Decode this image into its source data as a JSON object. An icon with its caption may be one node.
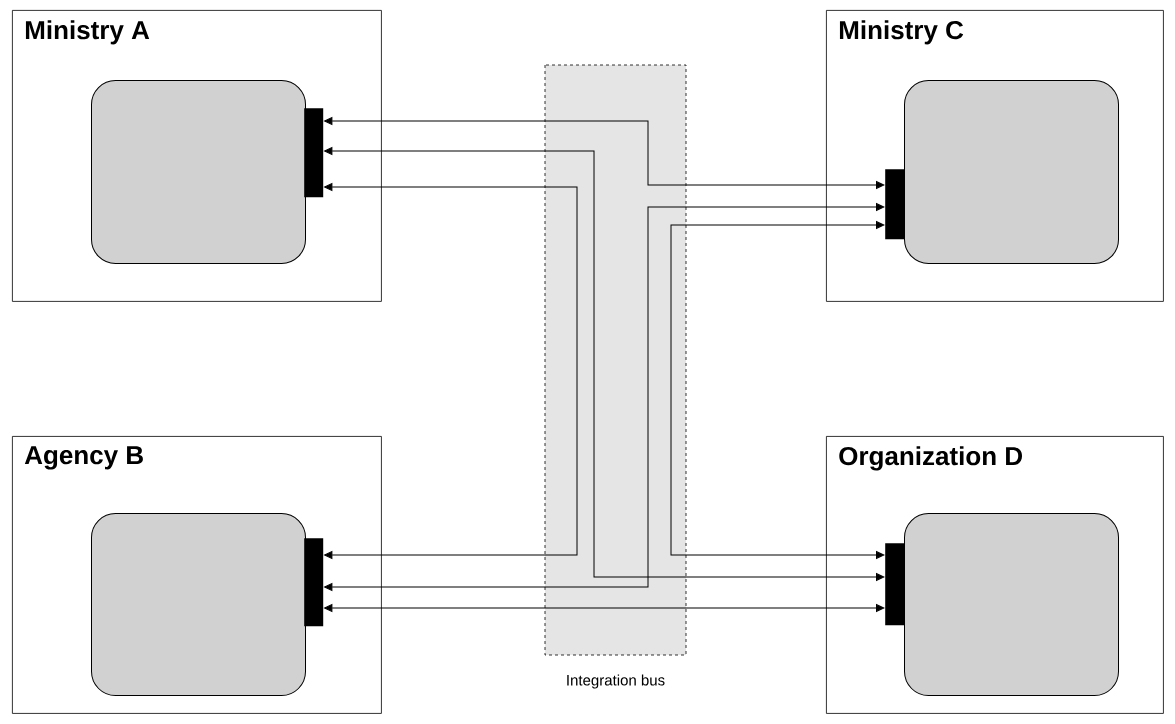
{
  "diagram": {
    "nodes": [
      {
        "text": [
          "Ministry A"
        ]
      },
      {
        "text": [],
        "shape": "box",
        "in": 0
      },
      {
        "text": [],
        "shape": "bar",
        "in": 0
      },
      {
        "text": [
          "Ministry C"
        ]
      },
      {
        "text": [],
        "shape": "box",
        "in": 3
      },
      {
        "text": [],
        "shape": "bar",
        "in": 3
      },
      {
        "text": [
          "Agency B"
        ]
      },
      {
        "text": [],
        "shape": "box",
        "in": 6
      },
      {
        "text": [],
        "shape": "bar",
        "in": 6
      },
      {
        "text": [
          "Organization D"
        ]
      },
      {
        "text": [],
        "shape": "box",
        "in": 9
      },
      {
        "text": [],
        "shape": "bar",
        "in": 9
      }
    ],
    "labels": [
      "Integration bus"
    ],
    "edges": [
      {
        "from": 2,
        "to": 5,
        "arrow": "both"
      },
      {
        "from": 2,
        "to": 11,
        "arrow": "both"
      },
      {
        "from": 2,
        "to": 8,
        "arrow": "both"
      },
      {
        "from": 5,
        "to": 8,
        "arrow": "both"
      },
      {
        "from": 5,
        "to": 11,
        "arrow": "both"
      },
      {
        "from": 8,
        "to": 11,
        "arrow": "both"
      }
    ]
  }
}
